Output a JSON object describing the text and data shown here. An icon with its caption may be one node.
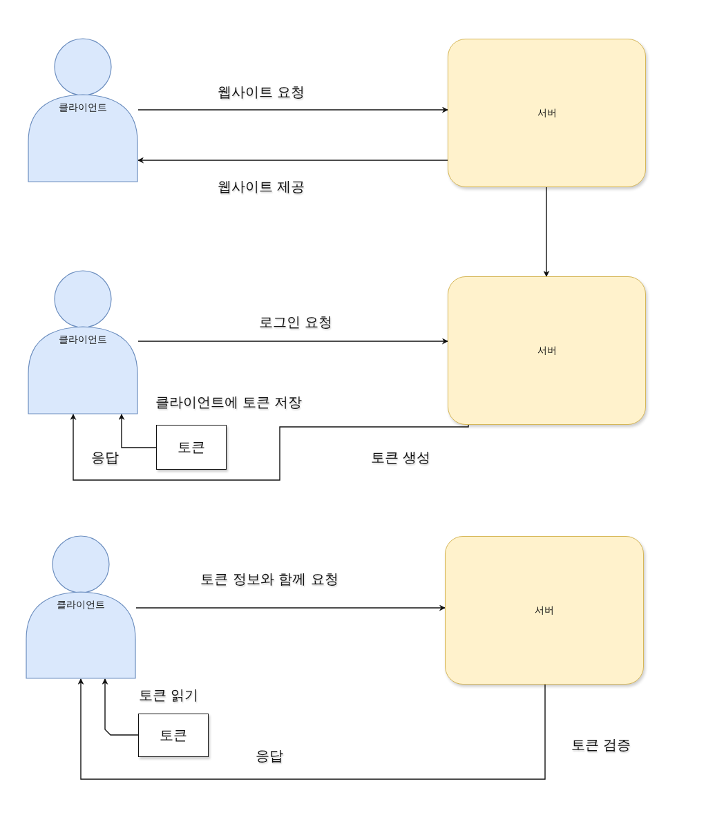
{
  "diagram": {
    "nodes": [
      {
        "text": [
          "클라이언트"
        ]
      },
      {
        "text": [
          "서버"
        ]
      },
      {
        "text": [
          "클라이언트"
        ]
      },
      {
        "text": [
          "서버"
        ]
      },
      {
        "text": [
          "토큰"
        ]
      },
      {
        "text": [
          "클라이언트"
        ]
      },
      {
        "text": [
          "서버"
        ]
      },
      {
        "text": [
          "토큰"
        ]
      }
    ],
    "edges": [
      {
        "from": 0,
        "to": 1,
        "arrow": "to",
        "label": "웹사이트 요청"
      },
      {
        "from": 1,
        "to": 0,
        "arrow": "to",
        "label": "웹사이트 제공"
      },
      {
        "from": 1,
        "to": 3,
        "arrow": "to"
      },
      {
        "from": 2,
        "to": 3,
        "arrow": "to",
        "label": "로그인 요청"
      },
      {
        "from": 3,
        "to": 2,
        "arrow": "to"
      },
      {
        "from": 4,
        "to": 2,
        "arrow": "to"
      },
      {
        "from": 5,
        "to": 6,
        "arrow": "to",
        "label": "토큰 정보와 함께 요청"
      },
      {
        "from": 6,
        "to": 5,
        "arrow": "to",
        "label": "응답"
      },
      {
        "from": 7,
        "to": 5,
        "arrow": "to",
        "label": "토큰 읽기"
      }
    ],
    "labels": [
      "클라이언트에 토큰 저장",
      "응답",
      "토큰 생성",
      "토큰 검증"
    ]
  }
}
